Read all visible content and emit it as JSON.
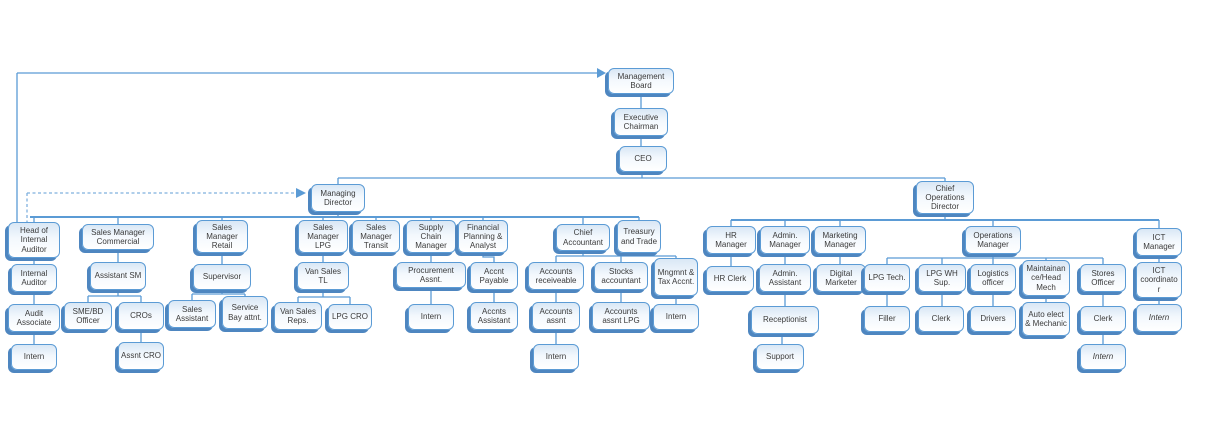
{
  "diagram": {
    "type": "organizational-chart",
    "accent_color": "#5b9bd5",
    "shadow_color": "#4e86c0",
    "box_fill_top": "#d9e7f5",
    "box_fill_bottom": "#ffffff",
    "text_color": "#3b3b3b",
    "dashed_line_color": "#7fb0de"
  },
  "nodes": {
    "management_board": "Management Board",
    "executive_chairman": "Executive Chairman",
    "ceo": "CEO",
    "managing_director": "Managing Director",
    "chief_operations_director": "Chief Operations Director",
    "head_internal_auditor": "Head of Internal Auditor",
    "internal_auditor": "Internal Auditor",
    "audit_associate": "Audit Associate",
    "audit_intern": "Intern",
    "sales_manager_commercial": "Sales Manager Commercial",
    "assistant_sm": "Assistant SM",
    "sme_bd_officer": "SME/BD Officer",
    "cros": "CROs",
    "assnt_cro": "Assnt CRO",
    "sales_manager_retail": "Sales Manager Retail",
    "supervisor": "Supervisor",
    "sales_assistant": "Sales Assistant",
    "service_bay_attnt": "Service Bay attnt.",
    "sales_manager_lpg": "Sales Manager LPG",
    "van_sales_tl": "Van Sales TL",
    "van_sales_reps": "Van Sales Reps.",
    "lpg_cro": "LPG CRO",
    "sales_manager_transit": "Sales Manager Transit",
    "supply_chain_manager": "Supply Chain Manager",
    "procurement_assnt": "Procurement Assnt.",
    "procurement_intern": "Intern",
    "financial_planning_analyst": "Financial Planning & Analyst",
    "accnt_payable": "Accnt Payable",
    "accnts_assistant": "Accnts Assistant",
    "chief_accountant": "Chief Accountant",
    "accounts_receiveable": "Accounts receiveable",
    "accounts_assnt": "Accounts assnt",
    "accounts_intern": "Intern",
    "stocks_accountant": "Stocks accountant",
    "accounts_assnt_lpg": "Accounts assnt LPG",
    "mngmnt_tax_accnt": "Mngmnt & Tax Accnt.",
    "tax_intern": "Intern",
    "treasury_and_trade": "Treasury and Trade",
    "hr_manager": "HR Manager",
    "hr_clerk": "HR Clerk",
    "admin_manager": "Admin. Manager",
    "admin_assistant": "Admin. Assistant",
    "receptionist": "Receptionist",
    "support": "Support",
    "marketing_manager": "Marketing Manager",
    "digital_marketer": "Digital Marketer",
    "operations_manager": "Operations Manager",
    "lpg_tech": "LPG Tech.",
    "filler": "Filler",
    "lpg_wh_sup": "LPG WH Sup.",
    "wh_clerk": "Clerk",
    "logistics_officer": "Logistics officer",
    "drivers": "Drivers",
    "maintenance_head_mech": "Maintainance/Head Mech",
    "auto_elect_mechanic": "Auto elect & Mechanic",
    "stores_officer": "Stores Officer",
    "stores_clerk": "Clerk",
    "stores_intern": "Intern",
    "ict_manager": "ICT Manager",
    "ict_coordinator": "ICT coordinator",
    "ict_intern": "Intern"
  },
  "edges": [
    [
      "management_board",
      "executive_chairman"
    ],
    [
      "executive_chairman",
      "ceo"
    ],
    [
      "ceo",
      "managing_director"
    ],
    [
      "ceo",
      "chief_operations_director"
    ],
    [
      "managing_director",
      "head_internal_auditor"
    ],
    [
      "managing_director",
      "sales_manager_commercial"
    ],
    [
      "managing_director",
      "sales_manager_retail"
    ],
    [
      "managing_director",
      "sales_manager_lpg"
    ],
    [
      "managing_director",
      "sales_manager_transit"
    ],
    [
      "managing_director",
      "supply_chain_manager"
    ],
    [
      "managing_director",
      "financial_planning_analyst"
    ],
    [
      "managing_director",
      "chief_accountant"
    ],
    [
      "managing_director",
      "treasury_and_trade"
    ],
    [
      "head_internal_auditor",
      "internal_auditor"
    ],
    [
      "internal_auditor",
      "audit_associate"
    ],
    [
      "audit_associate",
      "audit_intern"
    ],
    [
      "sales_manager_commercial",
      "assistant_sm"
    ],
    [
      "assistant_sm",
      "sme_bd_officer"
    ],
    [
      "assistant_sm",
      "cros"
    ],
    [
      "cros",
      "assnt_cro"
    ],
    [
      "sales_manager_retail",
      "supervisor"
    ],
    [
      "supervisor",
      "sales_assistant"
    ],
    [
      "supervisor",
      "service_bay_attnt"
    ],
    [
      "sales_manager_lpg",
      "van_sales_tl"
    ],
    [
      "van_sales_tl",
      "van_sales_reps"
    ],
    [
      "van_sales_tl",
      "lpg_cro"
    ],
    [
      "supply_chain_manager",
      "procurement_assnt"
    ],
    [
      "procurement_assnt",
      "procurement_intern"
    ],
    [
      "financial_planning_analyst",
      "accnt_payable"
    ],
    [
      "accnt_payable",
      "accnts_assistant"
    ],
    [
      "chief_accountant",
      "accounts_receiveable"
    ],
    [
      "chief_accountant",
      "stocks_accountant"
    ],
    [
      "chief_accountant",
      "mngmnt_tax_accnt"
    ],
    [
      "accounts_receiveable",
      "accounts_assnt"
    ],
    [
      "accounts_assnt",
      "accounts_intern"
    ],
    [
      "stocks_accountant",
      "accounts_assnt_lpg"
    ],
    [
      "mngmnt_tax_accnt",
      "tax_intern"
    ],
    [
      "chief_operations_director",
      "hr_manager"
    ],
    [
      "chief_operations_director",
      "admin_manager"
    ],
    [
      "chief_operations_director",
      "marketing_manager"
    ],
    [
      "chief_operations_director",
      "operations_manager"
    ],
    [
      "chief_operations_director",
      "ict_manager"
    ],
    [
      "hr_manager",
      "hr_clerk"
    ],
    [
      "admin_manager",
      "admin_assistant"
    ],
    [
      "admin_assistant",
      "receptionist"
    ],
    [
      "receptionist",
      "support"
    ],
    [
      "marketing_manager",
      "digital_marketer"
    ],
    [
      "operations_manager",
      "lpg_tech"
    ],
    [
      "operations_manager",
      "lpg_wh_sup"
    ],
    [
      "operations_manager",
      "logistics_officer"
    ],
    [
      "operations_manager",
      "maintenance_head_mech"
    ],
    [
      "operations_manager",
      "stores_officer"
    ],
    [
      "lpg_tech",
      "filler"
    ],
    [
      "lpg_wh_sup",
      "wh_clerk"
    ],
    [
      "logistics_officer",
      "drivers"
    ],
    [
      "maintenance_head_mech",
      "auto_elect_mechanic"
    ],
    [
      "stores_officer",
      "stores_clerk"
    ],
    [
      "stores_clerk",
      "stores_intern"
    ],
    [
      "ict_manager",
      "ict_coordinator"
    ],
    [
      "ict_coordinator",
      "ict_intern"
    ]
  ],
  "special_edges": [
    {
      "from": "head_internal_auditor",
      "to": "management_board",
      "style": "solid_arrow"
    },
    {
      "from": "head_internal_auditor",
      "to": "managing_director",
      "style": "dashed_arrow"
    }
  ]
}
